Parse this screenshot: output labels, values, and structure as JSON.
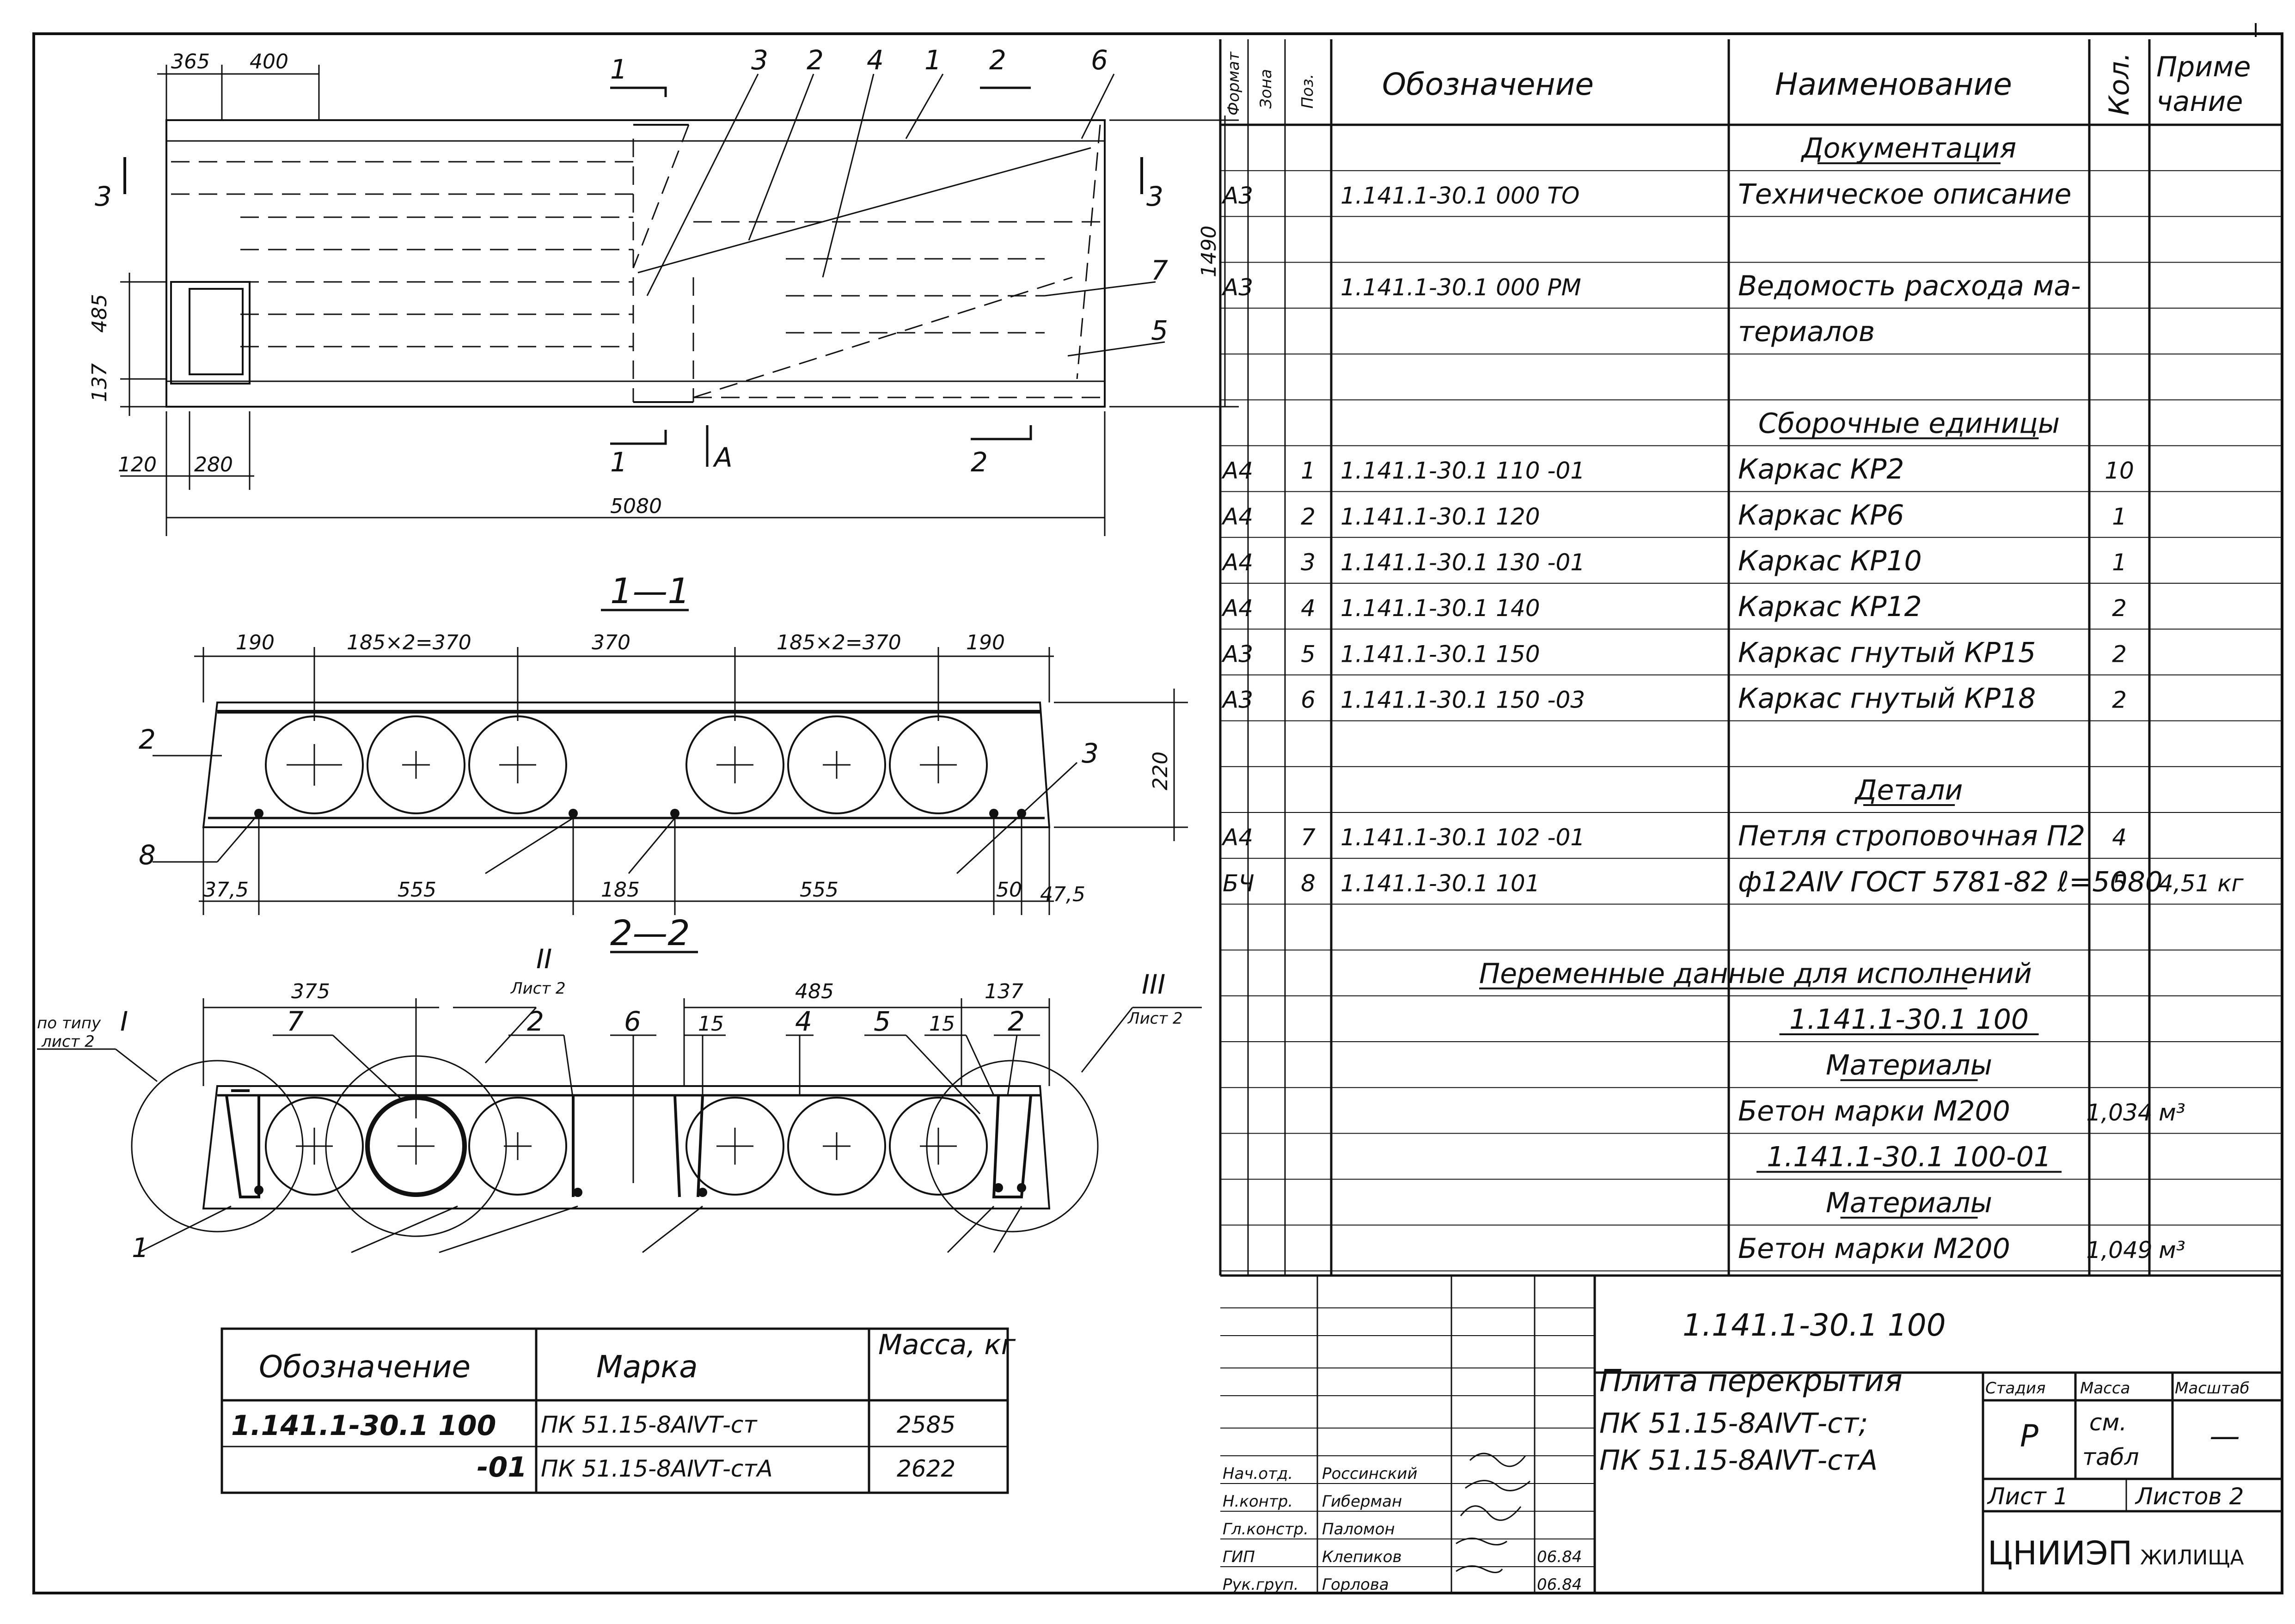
{
  "drawing": {
    "plan": {
      "dims": {
        "d365": "365",
        "d400": "400",
        "d485": "485",
        "d137": "137",
        "d120": "120",
        "d280": "280",
        "d5080": "5080",
        "d1490": "1490"
      },
      "section_marks": {
        "s1": "1",
        "s2": "2",
        "s3": "3",
        "a": "A"
      },
      "callouts": [
        "3",
        "2",
        "4",
        "1",
        "2",
        "6",
        "7",
        "5"
      ]
    },
    "section11": {
      "title": "1—1",
      "top_dims": [
        "190",
        "185×2=370",
        "370",
        "185×2=370",
        "190"
      ],
      "bottom_dims": [
        "37,5",
        "555",
        "185",
        "555",
        "50",
        "47,5"
      ],
      "height_dim": "220",
      "callouts": {
        "c2": "2",
        "c3": "3",
        "c8": "8"
      }
    },
    "section22": {
      "title": "2—2",
      "top_dims": [
        "375",
        "485",
        "137"
      ],
      "callouts": [
        "7",
        "2",
        "6",
        "15",
        "4",
        "5",
        "15",
        "2"
      ],
      "node_I": {
        "num": "I",
        "label1": "по типу",
        "label2": "лист 2"
      },
      "node_II": {
        "num": "II",
        "label": "Лист 2"
      },
      "node_III": {
        "num": "III",
        "label": "Лист 2"
      },
      "c1": "1"
    },
    "mark_table": {
      "headers": [
        "Обозначение",
        "Марка",
        "Масса, кг"
      ],
      "rows": [
        [
          "1.141.1-30.1 100",
          "ПК 51.15-8АⅣТ-ст",
          "2585"
        ],
        [
          "-01",
          "ПК 51.15-8АⅣТ-стА",
          "2622"
        ]
      ]
    }
  },
  "spec": {
    "headers": {
      "format": "Формат",
      "zone": "Зона",
      "pos": "Поз.",
      "designation": "Обозначение",
      "name": "Наименование",
      "qty": "Кол.",
      "note1": "Приме",
      "note2": "чание"
    },
    "rows": [
      {
        "format": "",
        "pos": "",
        "designation": "",
        "name": "Документация",
        "qty": "",
        "note": "",
        "heading": true
      },
      {
        "format": "А3",
        "pos": "",
        "designation": "1.141.1-30.1  000 ТО",
        "name": "Техническое описание",
        "qty": "",
        "note": ""
      },
      {
        "format": "",
        "pos": "",
        "designation": "",
        "name": "",
        "qty": "",
        "note": ""
      },
      {
        "format": "А3",
        "pos": "",
        "designation": "1.141.1-30.1  000 РМ",
        "name": "Ведомость расхода ма-",
        "qty": "",
        "note": ""
      },
      {
        "format": "",
        "pos": "",
        "designation": "",
        "name": "териалов",
        "qty": "",
        "note": ""
      },
      {
        "format": "",
        "pos": "",
        "designation": "",
        "name": "",
        "qty": "",
        "note": ""
      },
      {
        "format": "",
        "pos": "",
        "designation": "",
        "name": "Сборочные единицы",
        "qty": "",
        "note": "",
        "heading": true
      },
      {
        "format": "А4",
        "pos": "1",
        "designation": "1.141.1-30.1  110 -01",
        "name": "Каркас КР2",
        "qty": "10",
        "note": ""
      },
      {
        "format": "А4",
        "pos": "2",
        "designation": "1.141.1-30.1  120",
        "name": "Каркас КР6",
        "qty": "1",
        "note": ""
      },
      {
        "format": "А4",
        "pos": "3",
        "designation": "1.141.1-30.1  130 -01",
        "name": "Каркас КР10",
        "qty": "1",
        "note": ""
      },
      {
        "format": "А4",
        "pos": "4",
        "designation": "1.141.1-30.1  140",
        "name": "Каркас КР12",
        "qty": "2",
        "note": ""
      },
      {
        "format": "А3",
        "pos": "5",
        "designation": "1.141.1-30.1  150",
        "name": "Каркас гнутый КР15",
        "qty": "2",
        "note": ""
      },
      {
        "format": "А3",
        "pos": "6",
        "designation": "1.141.1-30.1  150 -03",
        "name": "Каркас гнутый КР18",
        "qty": "2",
        "note": ""
      },
      {
        "format": "",
        "pos": "",
        "designation": "",
        "name": "",
        "qty": "",
        "note": ""
      },
      {
        "format": "",
        "pos": "",
        "designation": "",
        "name": "Детали",
        "qty": "",
        "note": "",
        "heading": true
      },
      {
        "format": "А4",
        "pos": "7",
        "designation": "1.141.1-30.1  102 -01",
        "name": "Петля строповочная П2",
        "qty": "4",
        "note": ""
      },
      {
        "format": "БЧ",
        "pos": "8",
        "designation": "1.141.1-30.1  101",
        "name": "ф12АⅣ ГОСТ 5781-82 ℓ=5080",
        "qty": "5",
        "note": "4,51 кг"
      },
      {
        "format": "",
        "pos": "",
        "designation": "",
        "name": "",
        "qty": "",
        "note": ""
      },
      {
        "format": "",
        "pos": "",
        "designation": "",
        "name": "Переменные данные для исполнений",
        "qty": "",
        "note": "",
        "heading": true,
        "wide": true
      },
      {
        "format": "",
        "pos": "",
        "designation": "",
        "name": "1.141.1-30.1  100",
        "qty": "",
        "note": "",
        "heading": true
      },
      {
        "format": "",
        "pos": "",
        "designation": "",
        "name": "Материалы",
        "qty": "",
        "note": "",
        "heading": true
      },
      {
        "format": "",
        "pos": "",
        "designation": "",
        "name": "Бетон марки М200",
        "qty": "1,034",
        "note": "м³"
      },
      {
        "format": "",
        "pos": "",
        "designation": "",
        "name": "1.141.1-30.1  100-01",
        "qty": "",
        "note": "",
        "heading": true
      },
      {
        "format": "",
        "pos": "",
        "designation": "",
        "name": "Материалы",
        "qty": "",
        "note": "",
        "heading": true
      },
      {
        "format": "",
        "pos": "",
        "designation": "",
        "name": "Бетон марки М200",
        "qty": "1,049",
        "note": "м³"
      }
    ]
  },
  "title_block": {
    "code": "1.141.1-30.1  100",
    "title": [
      "Плита перекрытия",
      "ПК 51.15-8АⅣТ-ст;",
      "ПК 51.15-8АⅣТ-стА"
    ],
    "stage_label": "Стадия",
    "mass_label": "Масса",
    "scale_label": "Масштаб",
    "stage": "Р",
    "mass_value1": "см.",
    "mass_value2": "табл",
    "scale_value": "—",
    "sheet": "Лист 1",
    "sheets": "Листов 2",
    "org1": "ЦНИИЭП",
    "org2": "ЖИЛИЩА",
    "staff": [
      {
        "role": "Нач.отд.",
        "name": "Россинский",
        "date": ""
      },
      {
        "role": "Н.контр.",
        "name": "Гиберман",
        "date": ""
      },
      {
        "role": "Гл.констр.",
        "name": "Паломон",
        "date": ""
      },
      {
        "role": "ГИП",
        "name": "Клепиков",
        "date": "06.84"
      },
      {
        "role": "Рук.груп.",
        "name": "Горлова",
        "date": "06.84"
      }
    ]
  }
}
